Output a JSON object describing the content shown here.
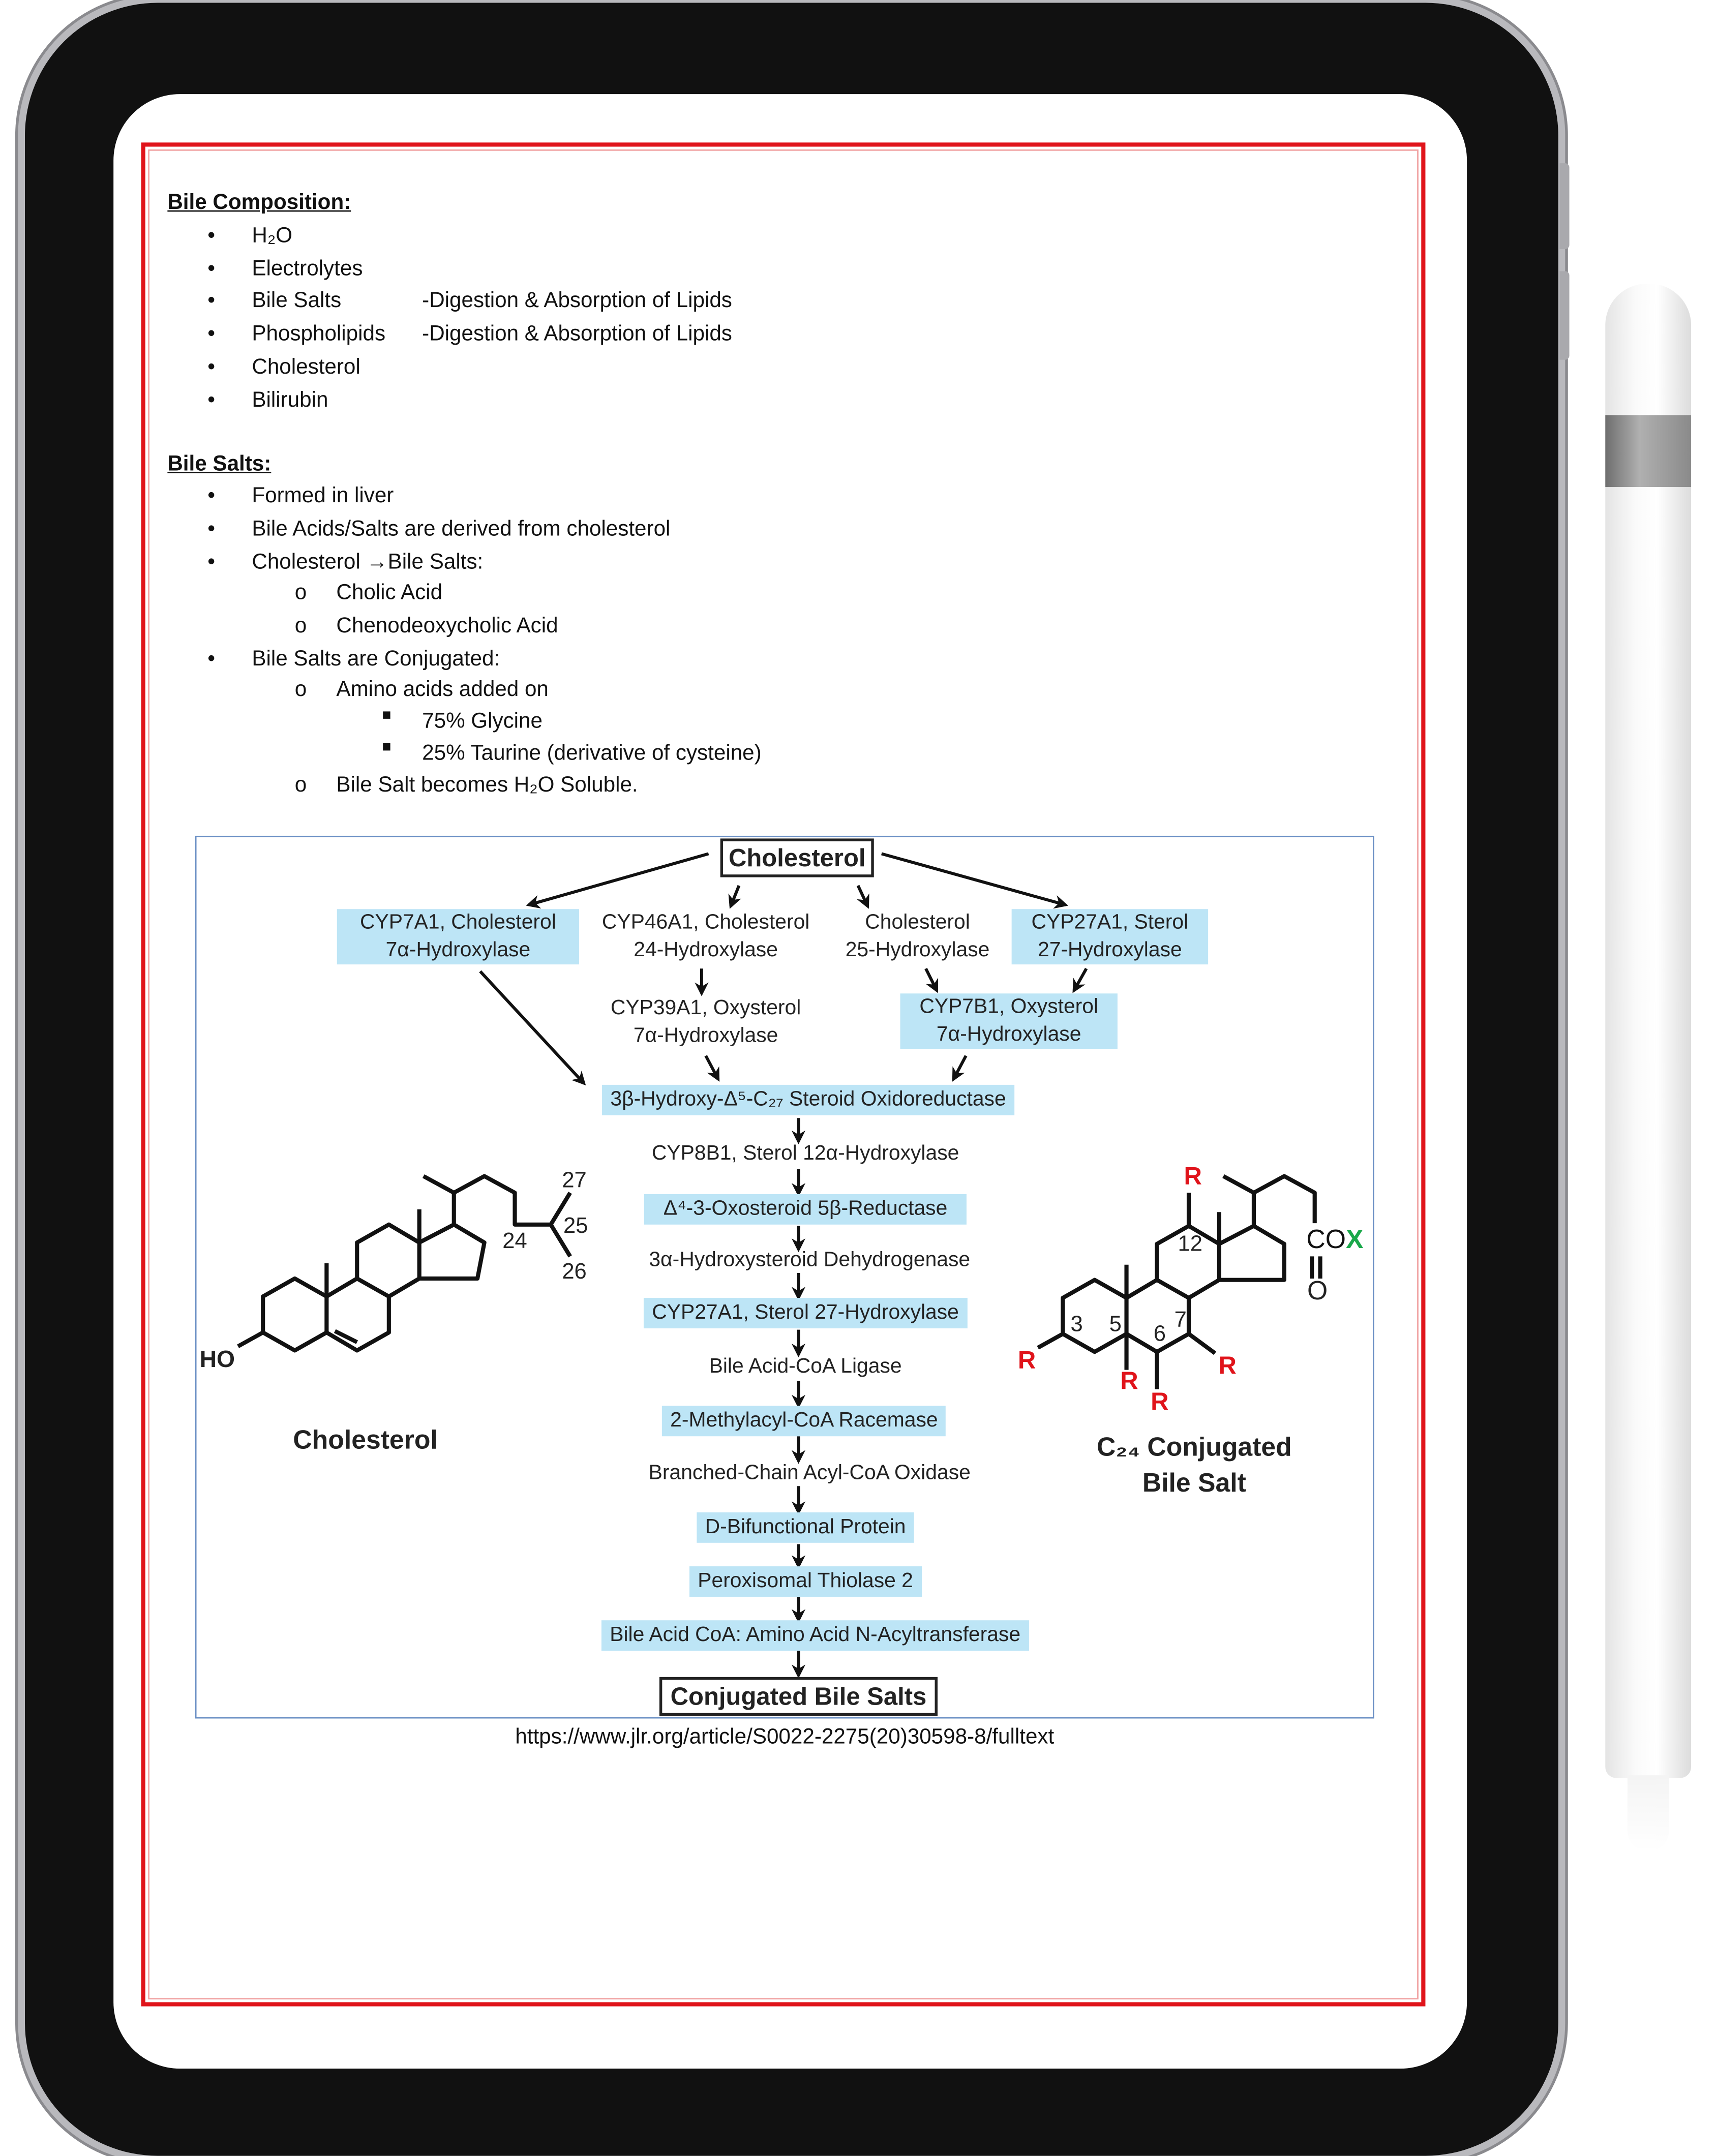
{
  "bile_composition": {
    "heading": "Bile Composition:",
    "items": [
      {
        "label": "H₂O"
      },
      {
        "label": "Electrolytes"
      },
      {
        "label": "Bile Salts",
        "note": "-Digestion & Absorption of Lipids"
      },
      {
        "label": "Phospholipids",
        "note": "-Digestion & Absorption of Lipids"
      },
      {
        "label": "Cholesterol"
      },
      {
        "label": "Bilirubin"
      }
    ]
  },
  "bile_salts": {
    "heading": "Bile Salts:",
    "items": [
      "Formed in liver",
      "Bile Acids/Salts are derived from cholesterol",
      "Cholesterol →Bile Salts:"
    ],
    "cholesterol_sub": [
      "Cholic Acid",
      "Chenodeoxycholic Acid"
    ],
    "conjugated": "Bile Salts are Conjugated:",
    "amino": "Amino acids added on",
    "amino_sub": [
      "75% Glycine",
      "25% Taurine (derivative of cysteine)"
    ],
    "soluble": "Bile Salt becomes H₂O Soluble."
  },
  "diagram": {
    "start": "Cholesterol",
    "cyp7a1": [
      "CYP7A1, Cholesterol",
      "7α-Hydroxylase"
    ],
    "cyp46a1": [
      "CYP46A1, Cholesterol",
      "24-Hydroxylase"
    ],
    "ch25h": [
      "Cholesterol",
      "25-Hydroxylase"
    ],
    "cyp27a1": [
      "CYP27A1, Sterol",
      "27-Hydroxylase"
    ],
    "cyp39a1": [
      "CYP39A1, Oxysterol",
      "7α-Hydroxylase"
    ],
    "cyp7b1": [
      "CYP7B1, Oxysterol",
      "7α-Hydroxylase"
    ],
    "steps": [
      {
        "label": "3β-Hydroxy-Δ⁵-C₂₇ Steroid Oxidoreductase",
        "highlight": true
      },
      {
        "label": "CYP8B1, Sterol 12α-Hydroxylase",
        "highlight": false
      },
      {
        "label": "Δ⁴-3-Oxosteroid 5β-Reductase",
        "highlight": true
      },
      {
        "label": "3α-Hydroxysteroid Dehydrogenase",
        "highlight": false
      },
      {
        "label": "CYP27A1, Sterol 27-Hydroxylase",
        "highlight": true
      },
      {
        "label": "Bile Acid-CoA Ligase",
        "highlight": false
      },
      {
        "label": "2-Methylacyl-CoA Racemase",
        "highlight": true
      },
      {
        "label": "Branched-Chain Acyl-CoA Oxidase",
        "highlight": false
      },
      {
        "label": "D-Bifunctional Protein",
        "highlight": true
      },
      {
        "label": "Peroxisomal Thiolase 2",
        "highlight": true
      },
      {
        "label": "Bile Acid CoA: Amino Acid N-Acyltransferase",
        "highlight": true
      }
    ],
    "end": "Conjugated Bile Salts",
    "cholesterol_structure": {
      "label": "Cholesterol",
      "ho": "HO",
      "nums": [
        "27",
        "25",
        "24",
        "26"
      ]
    },
    "bile_salt_structure": {
      "label1": "C₂₄ Conjugated",
      "label2": "Bile Salt",
      "r": "R",
      "cox": "CO",
      "x": "X",
      "o": "O",
      "nums": [
        "12",
        "3",
        "5",
        "6",
        "7"
      ]
    }
  },
  "source_url": "https://www.jlr.org/article/S0022-2275(20)30598-8/fulltext",
  "colors": {
    "highlight": "#bde5f6",
    "frame": "#e0141b",
    "r_group": "#e0141b",
    "x_group": "#1aa84a"
  }
}
